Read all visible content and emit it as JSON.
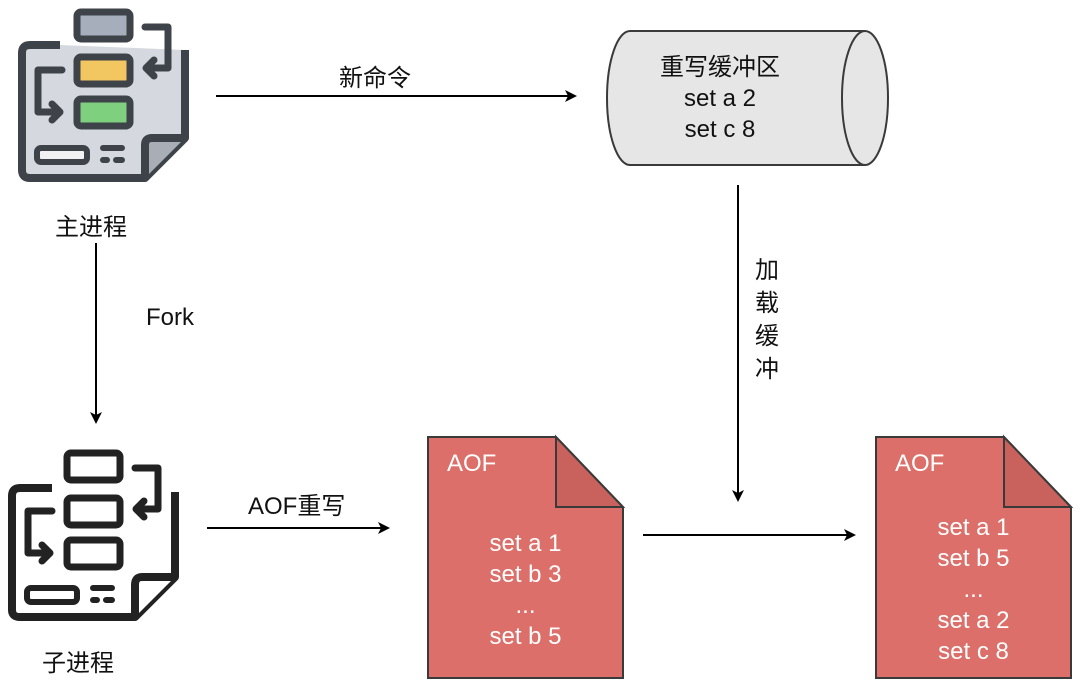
{
  "nodes": {
    "main_process": {
      "label": "主进程",
      "icon": "flowchart-document-icon"
    },
    "child_process": {
      "label": "子进程",
      "icon": "flowchart-document-outline-icon"
    },
    "rewrite_buffer": {
      "lines": [
        "重写缓冲区",
        "set a 2",
        "set c 8"
      ]
    },
    "aof_old": {
      "title": "AOF",
      "lines": [
        "set a 1",
        "set b 3",
        "...",
        "set b 5"
      ]
    },
    "aof_new": {
      "title": "AOF",
      "lines": [
        "set a 1",
        "set b 5",
        "...",
        "set a 2",
        "set c 8"
      ]
    }
  },
  "edges": {
    "new_command": "新命令",
    "fork": "Fork",
    "aof_rewrite": "AOF重写",
    "load_buffer": "加载缓冲"
  },
  "colors": {
    "document": "#dc6f69",
    "document_fold": "#c9625d",
    "cylinder": "#e6e6e6",
    "stroke": "#3a3a3a"
  }
}
